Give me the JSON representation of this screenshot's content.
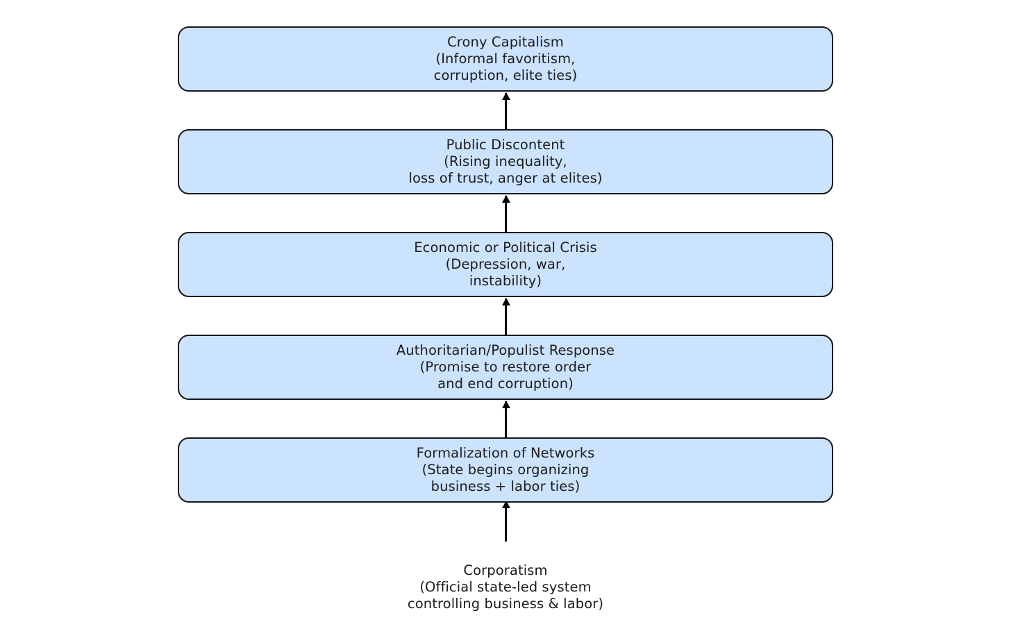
{
  "diagram": {
    "type": "vertical-flowchart",
    "direction": "bottom-to-top",
    "background_color": "#ffffff",
    "node_fill_color": "#cce3fd",
    "node_border_color": "#17171a",
    "text_color": "#1c1c1e",
    "arrow_color": "#000000",
    "stages": [
      {
        "id": "crony-capitalism",
        "title": "Crony Capitalism",
        "detail": "(Informal favoritism,\ncorruption, elite ties)",
        "text": "Crony Capitalism\n(Informal favoritism,\ncorruption, elite ties)",
        "boxed": true
      },
      {
        "id": "public-discontent",
        "title": "Public Discontent",
        "detail": "(Rising inequality,\nloss of trust, anger at elites)",
        "text": "Public Discontent\n(Rising inequality,\nloss of trust, anger at elites)",
        "boxed": true
      },
      {
        "id": "economic-or-political-crisis",
        "title": "Economic or Political Crisis",
        "detail": "(Depression, war,\ninstability)",
        "text": "Economic or Political Crisis\n(Depression, war,\ninstability)",
        "boxed": true
      },
      {
        "id": "authoritarian-populist-response",
        "title": "Authoritarian/Populist Response",
        "detail": "(Promise to restore order\nand end corruption)",
        "text": "Authoritarian/Populist Response\n(Promise to restore order\nand end corruption)",
        "boxed": true
      },
      {
        "id": "formalization-of-networks",
        "title": "Formalization of Networks",
        "detail": "(State begins organizing\nbusiness + labor ties)",
        "text": "Formalization of Networks\n(State begins organizing\nbusiness + labor ties)",
        "boxed": true
      },
      {
        "id": "corporatism",
        "title": "Corporatism",
        "detail": "(Official state-led system\ncontrolling business & labor)",
        "text": "Corporatism\n(Official state-led system\ncontrolling business & labor)",
        "boxed": false
      }
    ],
    "connectors": [
      {
        "id": "corporatism-to-formalization",
        "from": "corporatism",
        "to": "formalization-of-networks",
        "arrowhead": "up"
      },
      {
        "id": "formalization-to-authoritarian",
        "from": "formalization-of-networks",
        "to": "authoritarian-populist-response",
        "arrowhead": "up"
      },
      {
        "id": "authoritarian-to-crisis",
        "from": "authoritarian-populist-response",
        "to": "economic-or-political-crisis",
        "arrowhead": "up"
      },
      {
        "id": "crisis-to-discontent",
        "from": "economic-or-political-crisis",
        "to": "public-discontent",
        "arrowhead": "up"
      },
      {
        "id": "discontent-to-crony",
        "from": "public-discontent",
        "to": "crony-capitalism",
        "arrowhead": "up"
      }
    ]
  }
}
